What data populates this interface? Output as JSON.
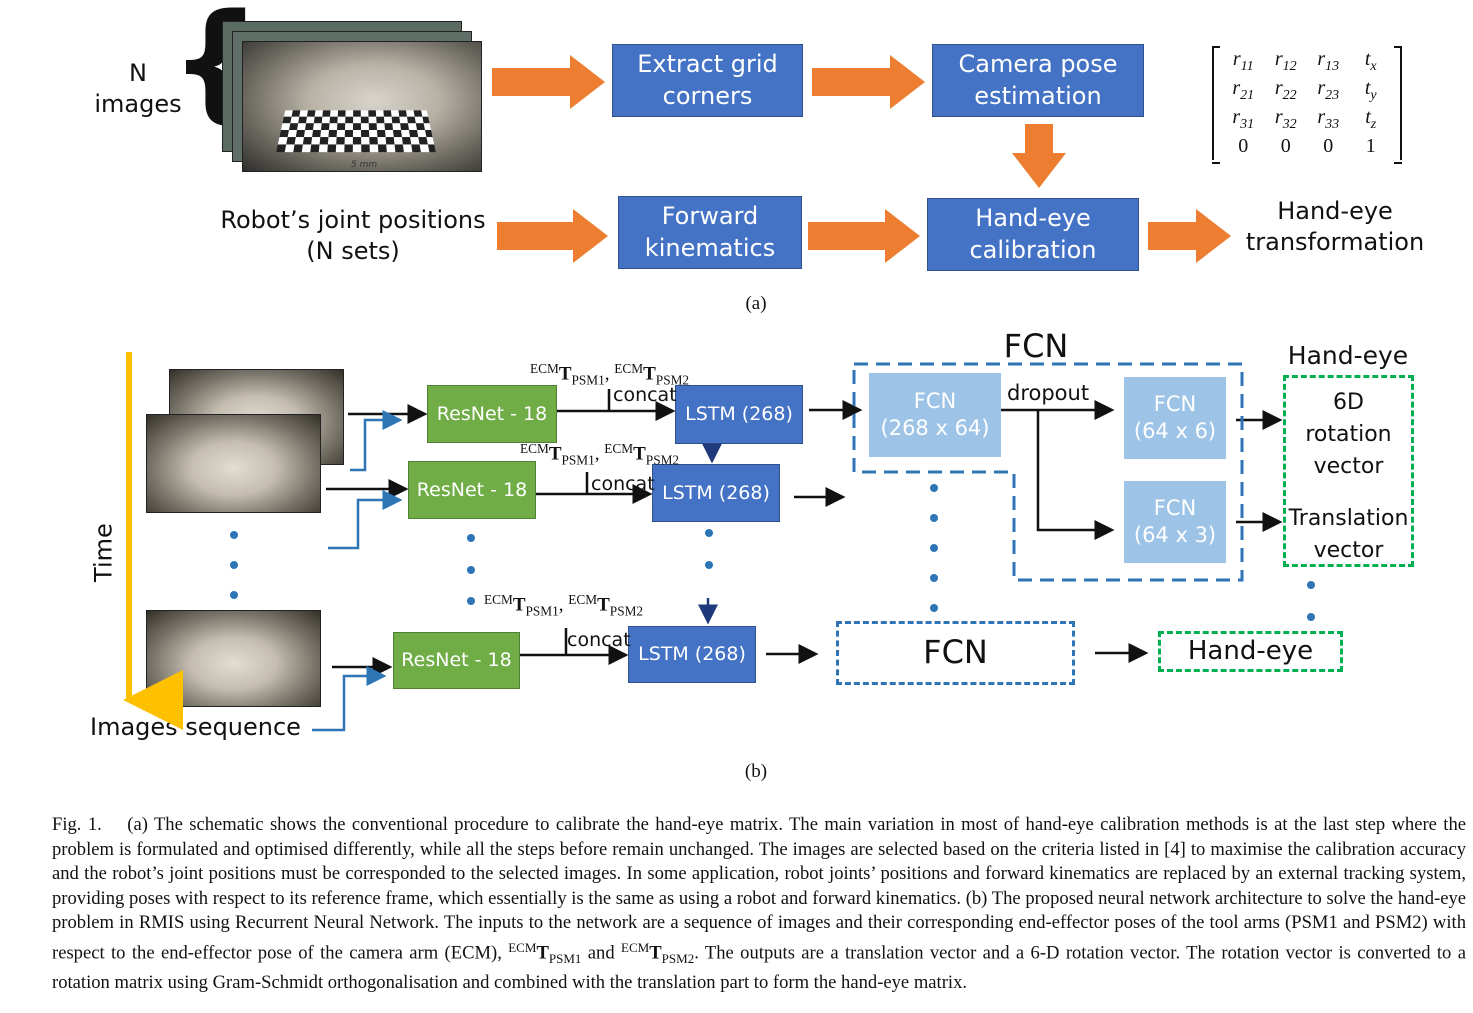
{
  "panel_a": {
    "n_images_label": "N\nimages",
    "extract_grid": "Extract grid\ncorners",
    "camera_pose": "Camera pose\nestimation",
    "joint_positions": "Robot’s joint positions\n(N sets)",
    "forward_kin": "Forward\nkinematics",
    "hand_eye_calib": "Hand-eye\ncalibration",
    "hand_eye_transform": "Hand-eye\ntransformation",
    "photo_label": "5 mm",
    "matrix": [
      [
        "r11",
        "r12",
        "r13",
        "tx"
      ],
      [
        "r21",
        "r22",
        "r23",
        "ty"
      ],
      [
        "r31",
        "r32",
        "r33",
        "tz"
      ],
      [
        "0",
        "0",
        "0",
        "1"
      ]
    ],
    "sublabel": "(a)"
  },
  "panel_b": {
    "time_label": "Time",
    "images_sequence": "Images sequence",
    "resnet": "ResNet - 18",
    "lstm": "LSTM (268)",
    "concat": "concat",
    "pose_ecm": "ECM",
    "pose_T": "T",
    "pose_psm1": "PSM1",
    "pose_psm2": "PSM2",
    "fcn_title": "FCN",
    "fcn1": "FCN\n(268 x 64)",
    "dropout": "dropout",
    "fcn2": "FCN\n(64 x 6)",
    "fcn3": "FCN\n(64 x 3)",
    "hand_eye_title": "Hand-eye",
    "rotation": "6D\nrotation\nvector",
    "translation": "Translation\nvector",
    "fcn_bottom": "FCN",
    "hand_eye_bottom": "Hand-eye",
    "sublabel": "(b)"
  },
  "caption": {
    "prefix": "Fig. 1.",
    "text": "(a) The schematic shows the conventional procedure to calibrate the hand-eye matrix. The main variation in most of hand-eye calibration methods is at the last step where the problem is formulated and optimised differently, while all the steps before remain unchanged. The images are selected based on the criteria listed in [4] to maximise the calibration accuracy and the robot’s joint positions must be corresponded to the selected images. In some application, robot joints’ positions and forward kinematics are replaced by an external tracking system, providing poses with respect to its reference frame, which essentially is the same as using a robot and forward kinematics. (b) The proposed neural network architecture to solve the hand-eye problem in RMIS using Recurrent Neural Network. The inputs to the network are a sequence of images and their corresponding end-effector poses of the tool arms (PSM1 and PSM2) with respect to the end-effector pose of the camera arm (ECM),",
    "and": "and",
    "tail": ". The outputs are a translation vector and a 6-D rotation vector. The rotation vector is converted to a rotation matrix using Gram-Schmidt orthogonalisation and combined with the translation part to form the hand-eye matrix."
  },
  "colors": {
    "orange": "#ed7d31",
    "blue": "#4472c4",
    "green": "#70ad47",
    "light_blue": "#9dc3e6",
    "dash_blue": "#2e75b6",
    "dash_green": "#00b050",
    "time_arrow": "#ffc000"
  }
}
